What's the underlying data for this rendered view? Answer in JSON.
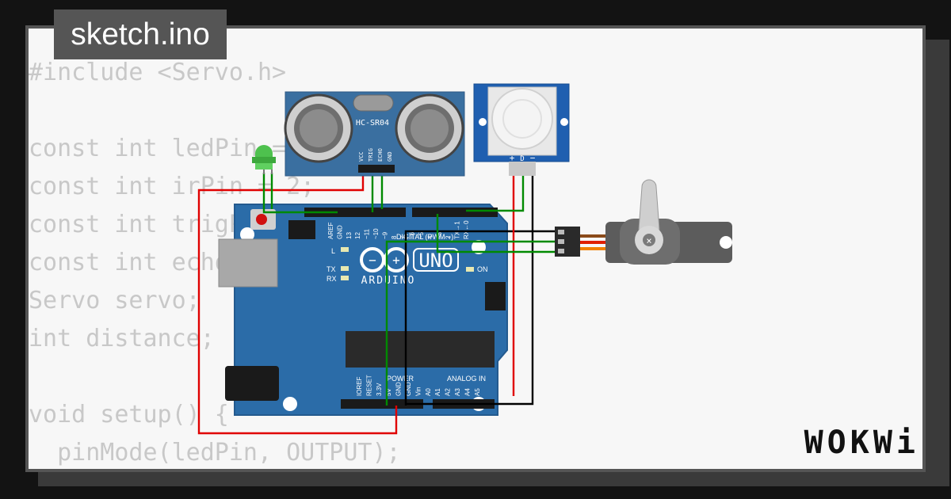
{
  "tab": {
    "title": "sketch.ino"
  },
  "code": {
    "lines": [
      "#include <Servo.h>",
      "",
      "const int ledPin = 13;",
      "const int irPin = 2;",
      "const int trigPin = 11;",
      "const int echoPin = 10;",
      "Servo servo;",
      "int distance;",
      "",
      "void setup() {",
      "  pinMode(ledPin, OUTPUT);"
    ]
  },
  "diagram": {
    "ultrasonic": {
      "model": "HC-SR04",
      "pins": [
        "VCC",
        "TRIG",
        "ECHO",
        "GND"
      ]
    },
    "pir": {
      "pins": [
        "+",
        "D",
        "−"
      ]
    },
    "arduino": {
      "brand": "ARDUINO",
      "model": "UNO",
      "digital_header": "DIGITAL (PWM ~)",
      "power_header": "POWER",
      "analog_header": "ANALOG IN",
      "on_label": "ON",
      "l_label": "L",
      "tx_label": "TX",
      "rx_label": "RX",
      "top_pins": [
        "AREF",
        "GND",
        "13",
        "12",
        "~11",
        "~10",
        "~9",
        "8",
        "7",
        "~6",
        "~5",
        "4",
        "~3",
        "2",
        "TX→1",
        "RX←0"
      ],
      "bottom_pins": [
        "IOREF",
        "RESET",
        "3.3V",
        "5V",
        "GND",
        "GND",
        "Vin",
        "A0",
        "A1",
        "A2",
        "A3",
        "A4",
        "A5"
      ]
    },
    "led": {
      "color": "green"
    },
    "servo": {},
    "wire_colors": {
      "power": "#e00000",
      "ground": "#000000",
      "signal": "#008a00",
      "servo_brown": "#8a4a1a",
      "servo_red": "#e02000",
      "servo_orange": "#f08000"
    }
  },
  "brand": {
    "logo": "WOKWi"
  }
}
